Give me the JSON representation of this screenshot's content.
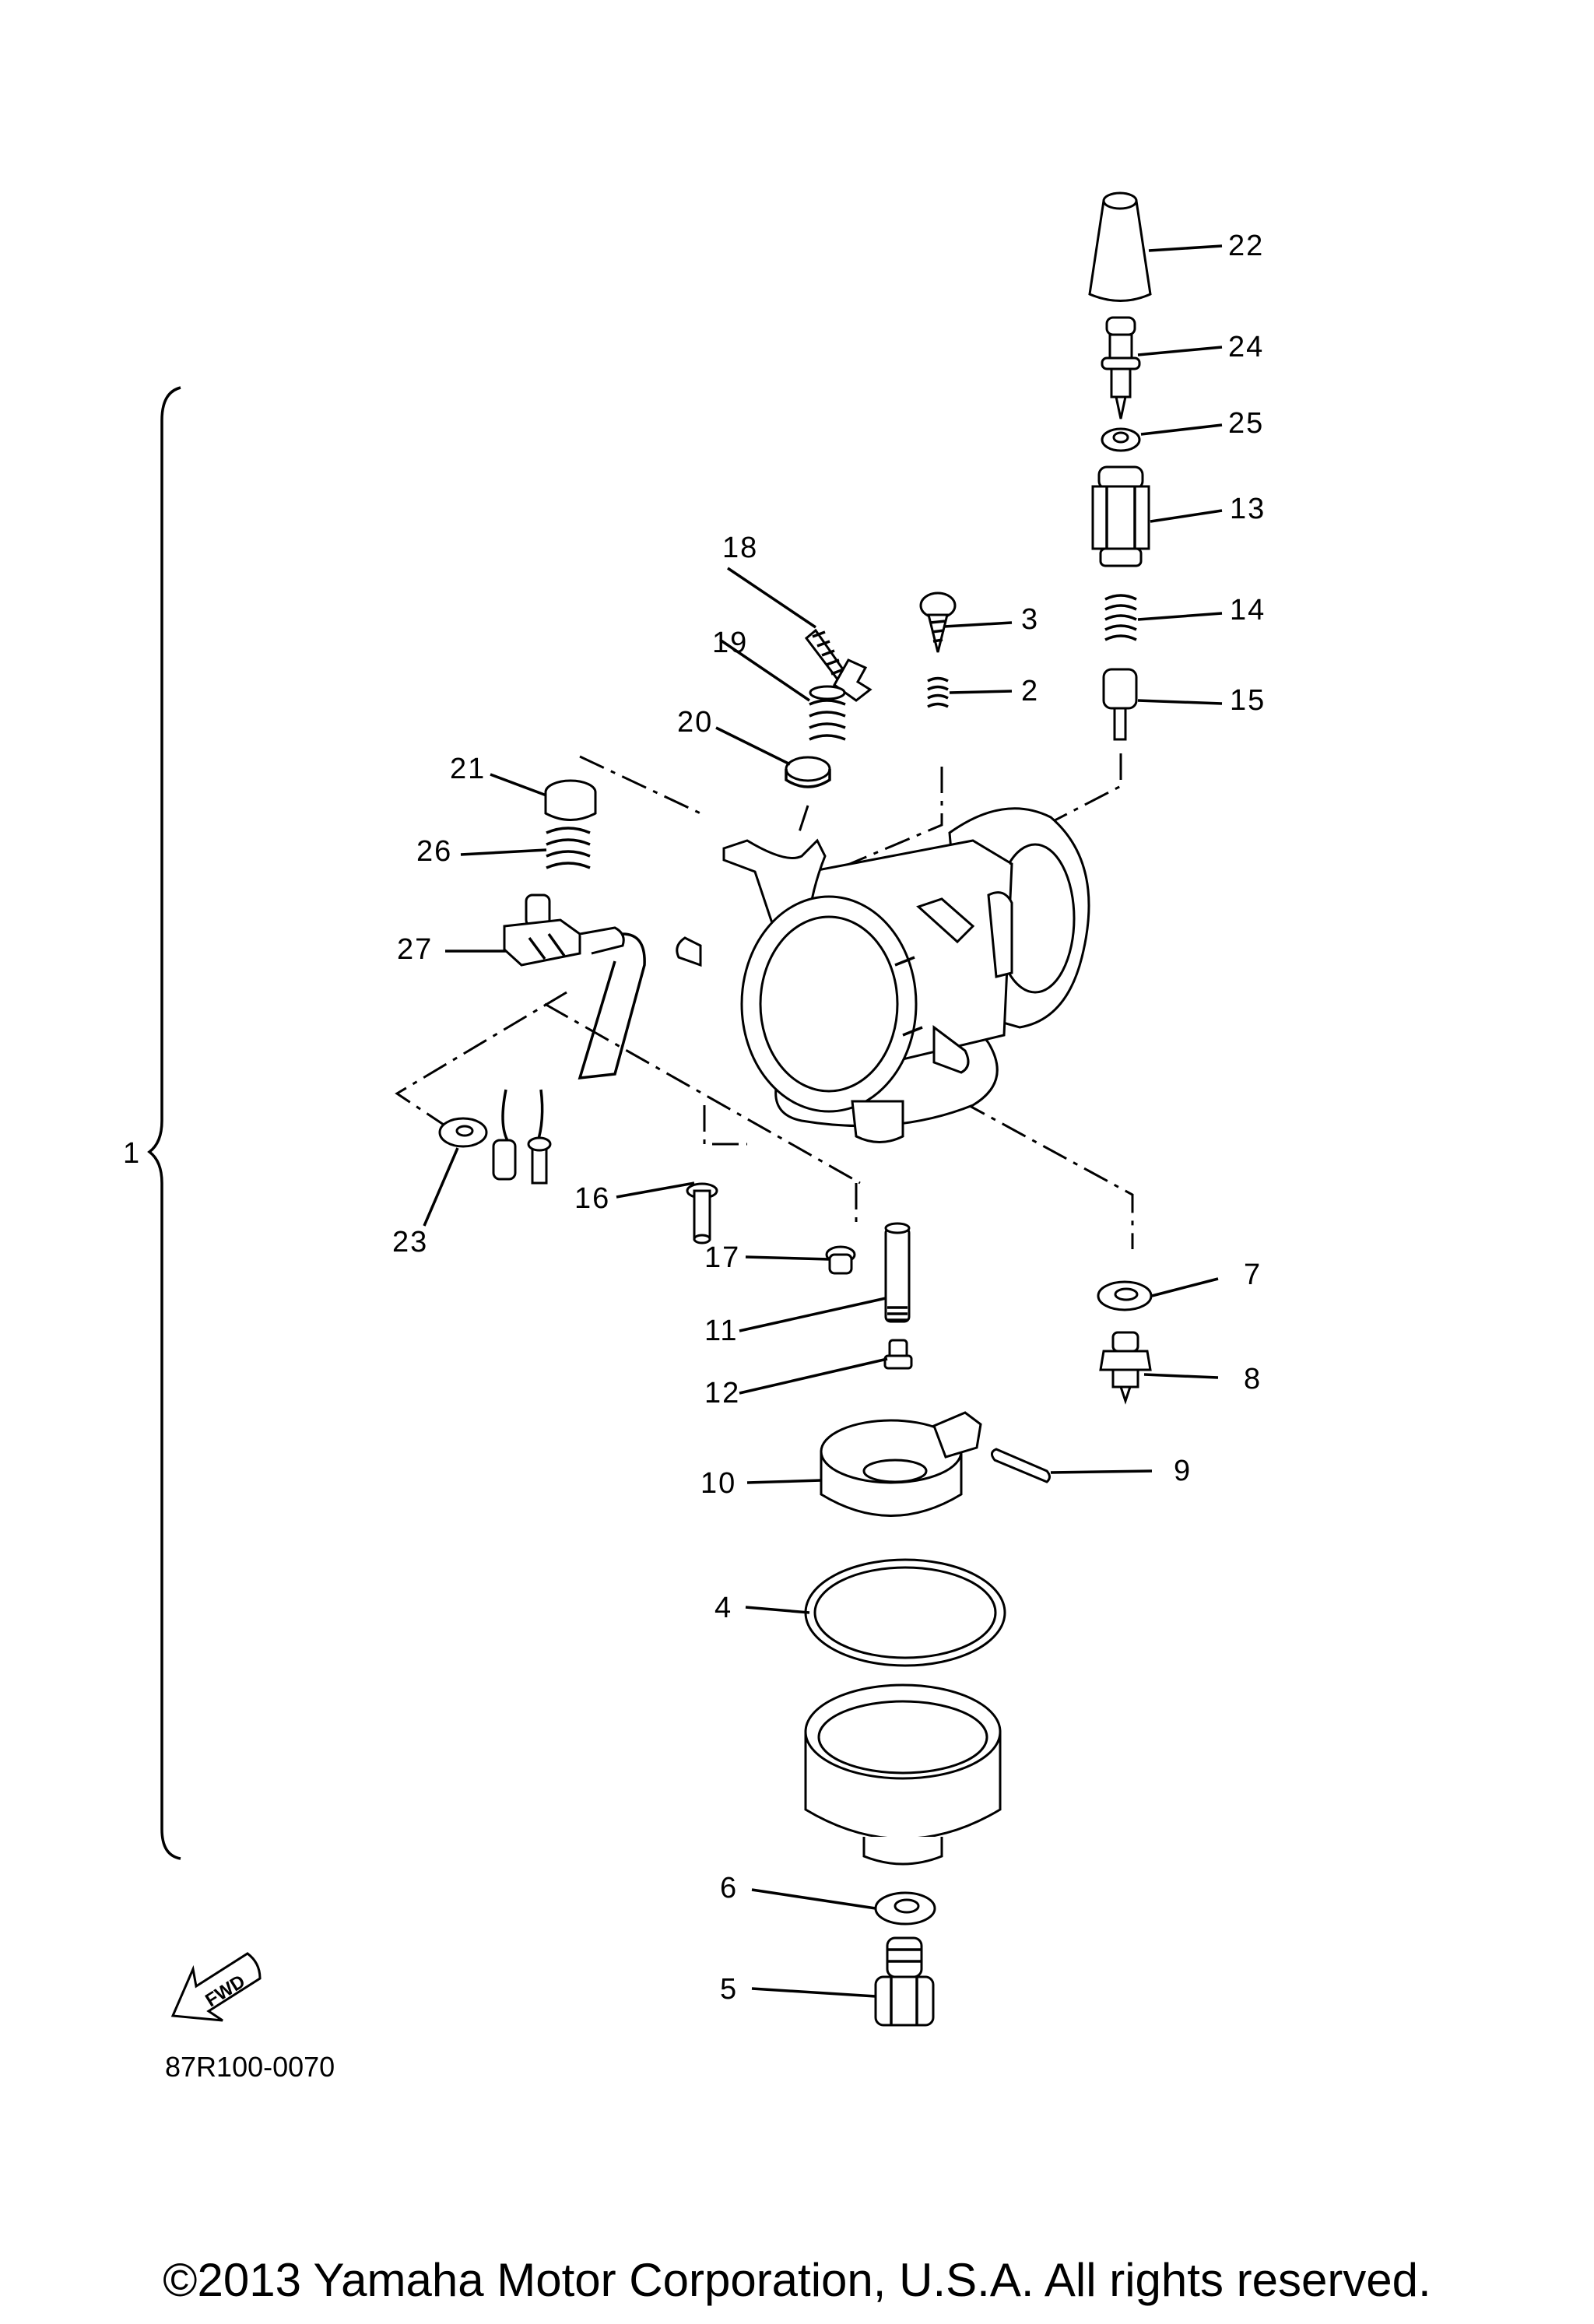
{
  "parts": [
    {
      "id": "1",
      "label": "1"
    },
    {
      "id": "2",
      "label": "2"
    },
    {
      "id": "3",
      "label": "3"
    },
    {
      "id": "4",
      "label": "4"
    },
    {
      "id": "5",
      "label": "5"
    },
    {
      "id": "6",
      "label": "6"
    },
    {
      "id": "7",
      "label": "7"
    },
    {
      "id": "8",
      "label": "8"
    },
    {
      "id": "9",
      "label": "9"
    },
    {
      "id": "10",
      "label": "10"
    },
    {
      "id": "11",
      "label": "11"
    },
    {
      "id": "12",
      "label": "12"
    },
    {
      "id": "13",
      "label": "13"
    },
    {
      "id": "14",
      "label": "14"
    },
    {
      "id": "15",
      "label": "15"
    },
    {
      "id": "16",
      "label": "16"
    },
    {
      "id": "17",
      "label": "17"
    },
    {
      "id": "18",
      "label": "18"
    },
    {
      "id": "19",
      "label": "19"
    },
    {
      "id": "20",
      "label": "20"
    },
    {
      "id": "21",
      "label": "21"
    },
    {
      "id": "22",
      "label": "22"
    },
    {
      "id": "23",
      "label": "23"
    },
    {
      "id": "24",
      "label": "24"
    },
    {
      "id": "25",
      "label": "25"
    },
    {
      "id": "26",
      "label": "26"
    },
    {
      "id": "27",
      "label": "27"
    }
  ],
  "fwd_label": "FWD",
  "drawing_code": "87R100-0070",
  "copyright": "©2013 Yamaha Motor Corporation, U.S.A. All rights reserved."
}
